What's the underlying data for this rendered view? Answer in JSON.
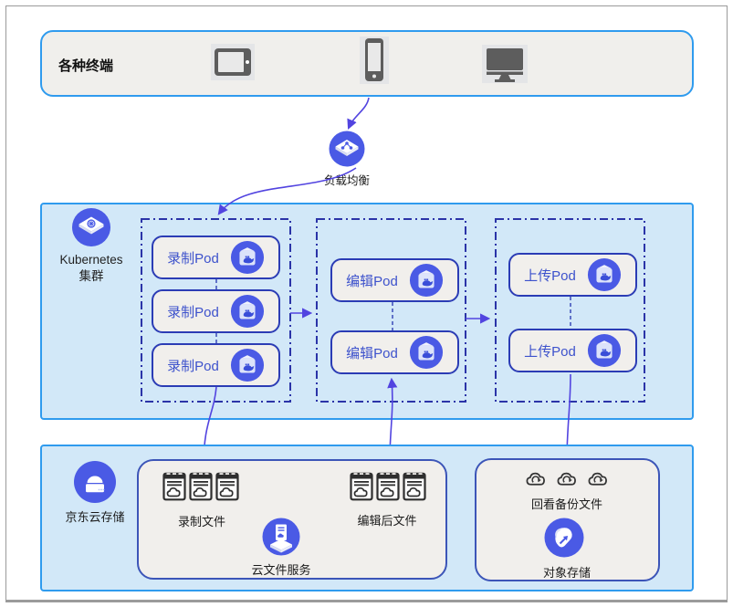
{
  "terminals": {
    "label": "各种终端",
    "devices": [
      {
        "icon": "tablet-icon"
      },
      {
        "icon": "smartphone-icon"
      },
      {
        "icon": "desktop-monitor-icon"
      }
    ]
  },
  "load_balancer": {
    "label": "负载均衡",
    "icon": "load-balancer-icon"
  },
  "kubernetes": {
    "title_line1": "Kubernetes",
    "title_line2": "集群",
    "icon": "kubernetes-icon",
    "groups": [
      {
        "name": "record-pod-group",
        "pods": [
          {
            "label": "录制Pod"
          },
          {
            "label": "录制Pod"
          },
          {
            "label": "录制Pod"
          }
        ]
      },
      {
        "name": "edit-pod-group",
        "pods": [
          {
            "label": "编辑Pod"
          },
          {
            "label": "编辑Pod"
          }
        ]
      },
      {
        "name": "upload-pod-group",
        "pods": [
          {
            "label": "上传Pod"
          },
          {
            "label": "上传Pod"
          }
        ]
      }
    ],
    "pod_icon": "docker-whale-icon"
  },
  "storage": {
    "label": "京东云存储",
    "icon": "jd-cloud-storage-icon",
    "file_service": {
      "recorded_files_label": "录制文件",
      "edited_files_label": "编辑后文件",
      "service_label": "云文件服务",
      "file_icon": "cloud-document-icon",
      "service_icon": "cloud-file-service-icon"
    },
    "object_storage": {
      "backup_files_label": "回看备份文件",
      "service_label": "对象存储",
      "cloud_icon": "cloud-sync-icon",
      "service_icon": "object-storage-icon"
    }
  },
  "colors": {
    "section_border": "#2f9bee",
    "section_fill": "#d2e8f8",
    "panel_fill": "#f1efec",
    "pod_border": "#2b3cb5",
    "pod_text": "#3d52cc",
    "icon_circle": "#4a5ae5",
    "arrow": "#5244e0",
    "dash_navy": "#2b34a8"
  }
}
